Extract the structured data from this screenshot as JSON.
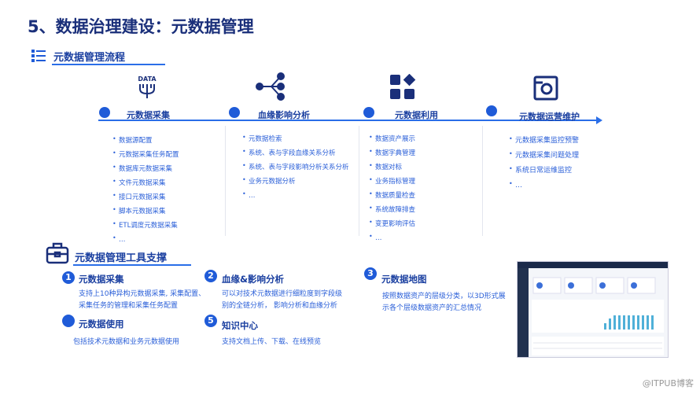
{
  "title": "5、数据治理建设：元数据管理",
  "flow": {
    "heading": "元数据管理流程",
    "stages": [
      {
        "icon": "data-collect-icon",
        "icon_text": "DATA",
        "label": "元数据采集",
        "items": [
          "数据源配置",
          "元数据采集任务配置",
          "数据库元数据采集",
          "文件元数据采集",
          "接口元数据采集",
          "脚本元数据采集",
          "ETL调度元数据采集",
          "…"
        ]
      },
      {
        "icon": "lineage-icon",
        "label": "血缘影响分析",
        "items": [
          "元数据检索",
          "系统、表与字段血缘关系分析",
          "系统、表与字段影响分析关系分析",
          "业务元数据分析",
          "…"
        ]
      },
      {
        "icon": "apps-icon",
        "label": "元数据利用",
        "items": [
          "数据资产展示",
          "数据字典管理",
          "数据对标",
          "业务指标管理",
          "数据质量检查",
          "系统故障排查",
          "变更影响评估",
          "…"
        ]
      },
      {
        "icon": "maintenance-icon",
        "label": "元数据运营维护",
        "items": [
          "元数据采集监控预警",
          "元数据采集问题处理",
          "系统日常运维监控",
          "…"
        ]
      }
    ]
  },
  "tools": {
    "heading": "元数据管理工具支撑",
    "items": [
      {
        "num": "1",
        "title": "元数据采集",
        "desc": "支持上10种异构元数据采集, 采集配置、采集任务的管理和采集任务配置"
      },
      {
        "num": "2",
        "title": "血缘&影响分析",
        "desc": "可以对技术元数据进行细粒度到字段级别的全链分析， 影响分析和血缘分析"
      },
      {
        "num": "3",
        "title": "元数据地图",
        "desc": "按照数据资产的层级分类，以3D形式展示各个层级数据资产的汇总情况"
      },
      {
        "num": "",
        "title": "元数据使用",
        "desc": "包括技术元数据和业务元数据使用"
      },
      {
        "num": "5",
        "title": "知识中心",
        "desc": "支持文档上传、下载、在线预览"
      }
    ]
  },
  "watermark": "@ITPUB博客"
}
